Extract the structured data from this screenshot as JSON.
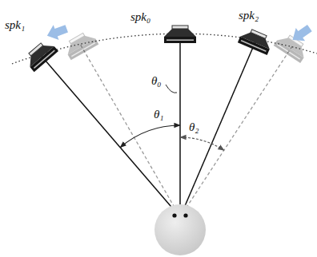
{
  "diagram": {
    "labels": [
      "spk₁",
      "spk₀",
      "spk₂",
      "θ₀",
      "θ₁",
      "θ₂"
    ]
  }
}
